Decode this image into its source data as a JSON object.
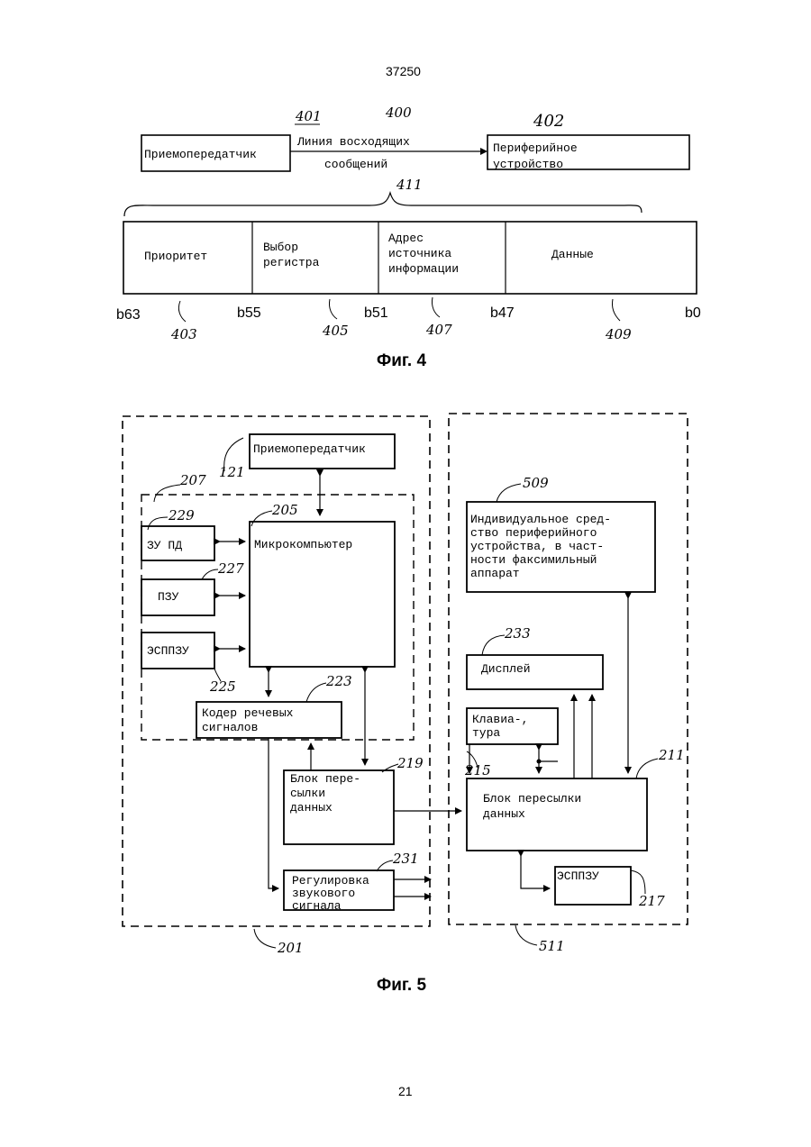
{
  "page": {
    "header_number": "37250",
    "footer_number": "21"
  },
  "fig4": {
    "caption": "Фиг. 4",
    "ref_400": "400",
    "ref_401": "401",
    "ref_402": "402",
    "ref_411": "411",
    "transceiver": "Приемопередатчик",
    "line_1": "Линия восходящих",
    "line_2": "сообщений",
    "peripheral_1": "Периферийное",
    "peripheral_2": "устройство",
    "fields": {
      "priority": "Приоритет",
      "register_1": "Выбор",
      "register_2": "регистра",
      "address_1": "Адрес",
      "address_2": "источника",
      "address_3": "информации",
      "data": "Данные"
    },
    "bits": [
      "b63",
      "b55",
      "b51",
      "b47",
      "b0"
    ],
    "refs": [
      "403",
      "405",
      "407",
      "409"
    ]
  },
  "fig5": {
    "caption": "Фиг. 5",
    "transceiver": "Приемопередатчик",
    "microcomputer": "Микрокомпьютер",
    "ram": "ЗУ ПД",
    "rom": "ПЗУ",
    "eeprom_left": "ЭСППЗУ",
    "coder_1": "Кодер речевых",
    "coder_2": "сигналов",
    "transfer_left_1": "Блок пере-",
    "transfer_left_2": "сылки",
    "transfer_left_3": "данных",
    "audio_1": "Регулировка",
    "audio_2": "звукового",
    "audio_3": "сигнала",
    "individual_1": "Индивидуальное сред-",
    "individual_2": "ство периферийного",
    "individual_3": "устройства, в част-",
    "individual_4": "ности факсимильный",
    "individual_5": "аппарат",
    "display": "Дисплей",
    "keyboard_1": "Клавиа-,",
    "keyboard_2": "тура",
    "transfer_right_1": "Блок пересылки",
    "transfer_right_2": "данных",
    "eeprom_right": "ЭСППЗУ",
    "refs": {
      "r121": "121",
      "r207": "207",
      "r229": "229",
      "r205": "205",
      "r227": "227",
      "r225": "225",
      "r223": "223",
      "r219": "219",
      "r231": "231",
      "r201": "201",
      "r509": "509",
      "r233": "233",
      "r215": "215",
      "r211": "211",
      "r217": "217",
      "r511": "511"
    }
  }
}
